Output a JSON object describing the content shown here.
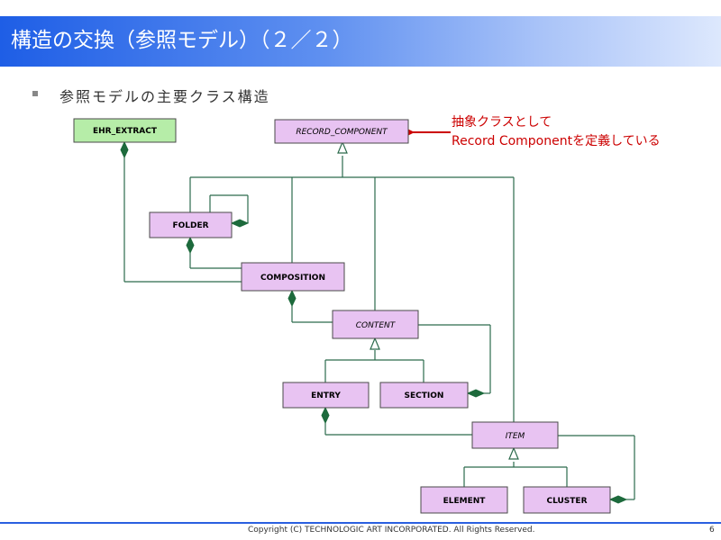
{
  "slide": {
    "title": "構造の交換（参照モデル）（２／２）",
    "bullet": "参照モデルの主要クラス構造",
    "annotation_line1": "抽象クラスとして",
    "annotation_line2": "Record Componentを定義している",
    "footer": "Copyright (C) TECHNOLOGIC ART INCORPORATED. All Rights Reserved.",
    "page_number": "6"
  },
  "classes": {
    "ehr_extract": "EHR_EXTRACT",
    "record_component": "RECORD_COMPONENT",
    "folder": "FOLDER",
    "composition": "COMPOSITION",
    "content": "CONTENT",
    "entry": "ENTRY",
    "section": "SECTION",
    "item": "ITEM",
    "element": "ELEMENT",
    "cluster": "CLUSTER"
  },
  "colors": {
    "title_bar_start": "#1e5ee6",
    "class_fill": "#e8c3f2",
    "root_class_fill": "#b6eda8",
    "association_line": "#2c6a4c",
    "annotation_text": "#cc0000"
  }
}
